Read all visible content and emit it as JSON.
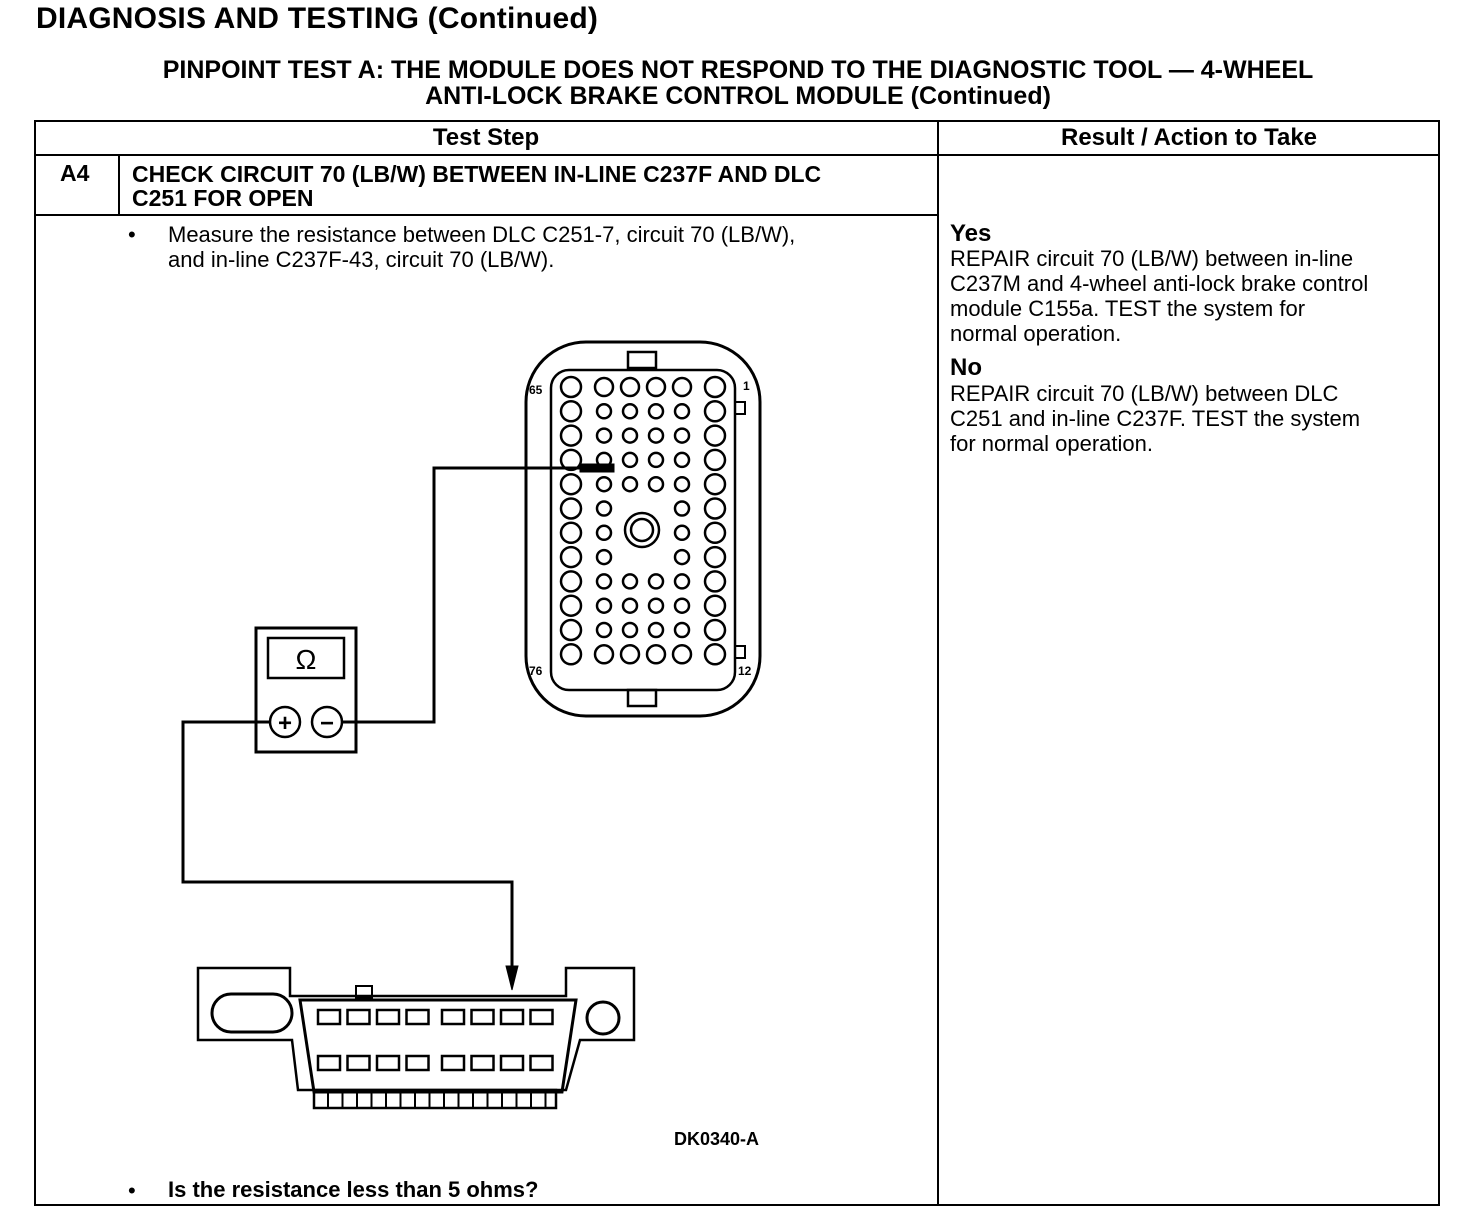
{
  "page": {
    "heading": "DIAGNOSIS AND TESTING (Continued)",
    "test_title_line1": "PINPOINT TEST  A: THE MODULE DOES NOT RESPOND TO THE DIAGNOSTIC TOOL — 4-WHEEL",
    "test_title_line2": "ANTI-LOCK BRAKE CONTROL MODULE (Continued)"
  },
  "table": {
    "col_test_step": "Test Step",
    "col_result": "Result / Action to Take",
    "step": {
      "id": "A4",
      "title_line1": "CHECK CIRCUIT 70 (LB/W) BETWEEN IN-LINE C237F AND DLC",
      "title_line2": "C251 FOR OPEN",
      "bullet_symbol": "•",
      "instruction_line1": "Measure the resistance between DLC C251-7, circuit 70 (LB/W),",
      "instruction_line2": "and in-line C237F-43, circuit 70 (LB/W).",
      "question": "Is the resistance less than 5 ohms?"
    },
    "results": {
      "yes_label": "Yes",
      "yes_lines": [
        "REPAIR circuit 70 (LB/W) between in-line",
        "C237M and 4-wheel anti-lock brake control",
        "module C155a. TEST the system for",
        "normal operation."
      ],
      "no_label": "No",
      "no_lines": [
        "REPAIR circuit 70 (LB/W) between DLC",
        "C251 and in-line C237F. TEST the system",
        "for normal operation."
      ]
    }
  },
  "diagram": {
    "meter_symbol": "Ω",
    "plus_symbol": "+",
    "minus_symbol": "−",
    "pin_labels": {
      "top_left": "65",
      "top_right": "1",
      "bottom_left": "76",
      "bottom_right": "12"
    },
    "figure_code": "DK0340-A"
  }
}
